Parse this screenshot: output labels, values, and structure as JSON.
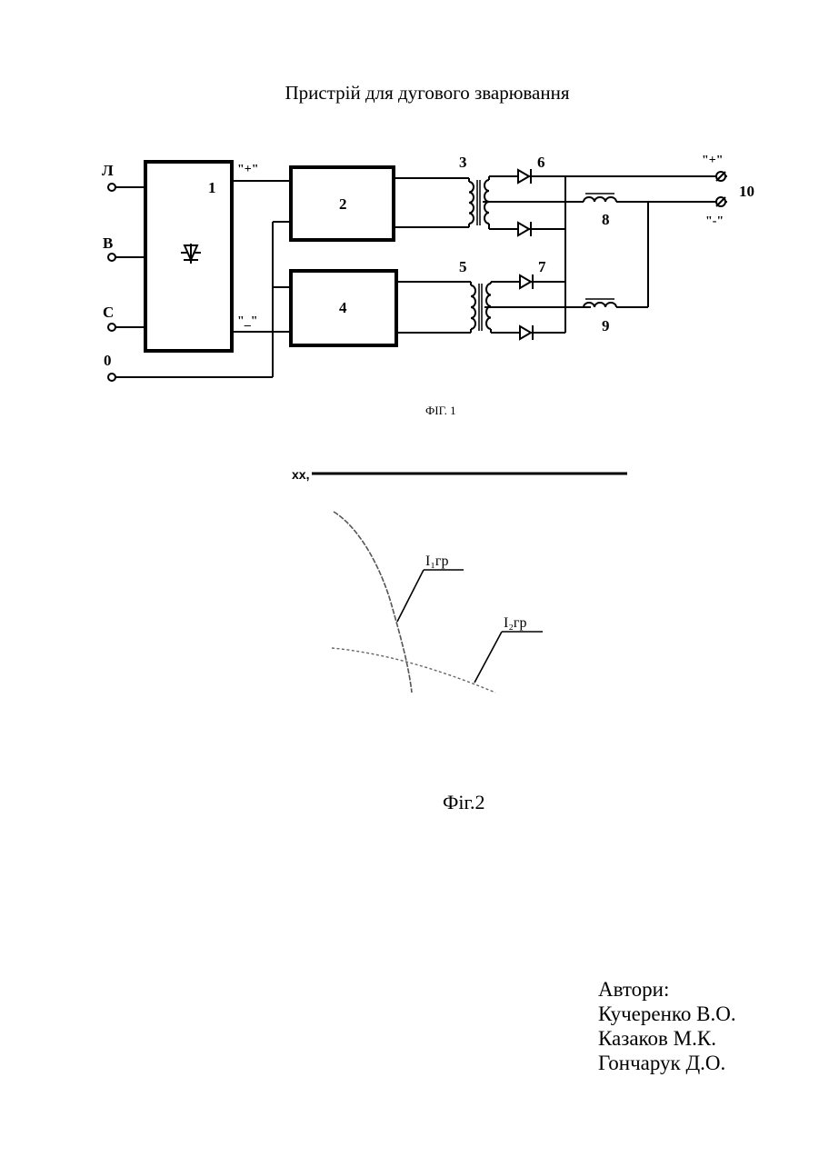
{
  "document": {
    "title": "Пристрій для дугового зварювання"
  },
  "figure1": {
    "caption": "ФІГ. 1",
    "inputs": [
      "Л",
      "В",
      "С",
      "0"
    ],
    "blocks": [
      "1",
      "2",
      "4"
    ],
    "transformers": [
      "3",
      "5"
    ],
    "diode_groups": [
      "6",
      "7"
    ],
    "chokes": [
      "8",
      "9"
    ],
    "output_terminal": "10",
    "polarity_plus": "\"+\"",
    "polarity_minus": "\"-\"",
    "block1_plus": "\"+\"",
    "block1_minus": "\"_\""
  },
  "figure2": {
    "caption": "Фіг.2",
    "axis_label": "хх,",
    "curve1_label": "I₁гр",
    "curve2_label": "I₂гр"
  },
  "authors": {
    "heading": "Автори:",
    "names": [
      "Кучеренко В.О.",
      "Казаков М.К.",
      "Гончарук Д.О."
    ]
  }
}
